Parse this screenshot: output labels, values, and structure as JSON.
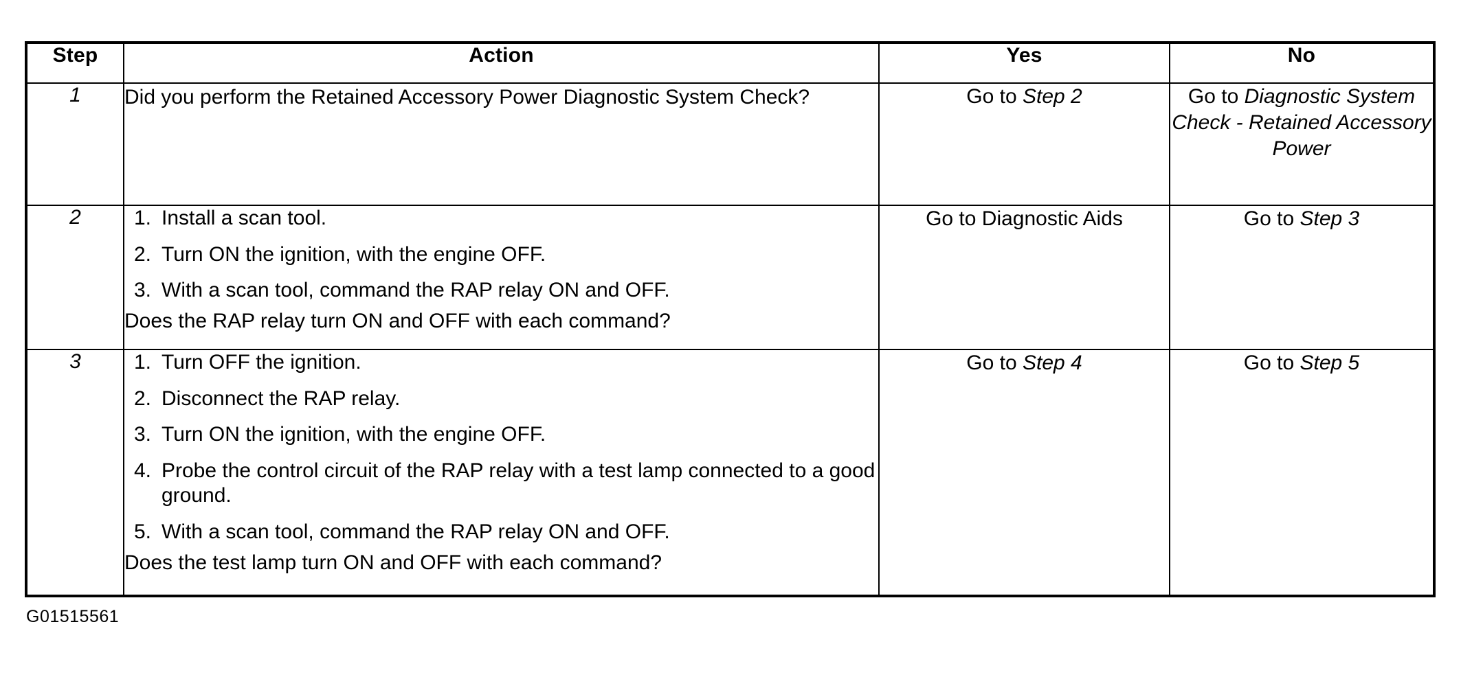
{
  "document": {
    "figure_id": "G01515561"
  },
  "table": {
    "headers": {
      "step": "Step",
      "action": "Action",
      "yes": "Yes",
      "no": "No"
    },
    "rows": [
      {
        "step": "1",
        "action": {
          "lead": "Did you perform the Retained Accessory Power Diagnostic System Check?",
          "items": [],
          "trail": ""
        },
        "yes": {
          "prefix": "Go to ",
          "italic": "Step 2"
        },
        "no": {
          "prefix": "Go to ",
          "italic": "Diagnostic System Check - Retained Accessory Power"
        }
      },
      {
        "step": "2",
        "action": {
          "lead": "",
          "items": [
            {
              "num": "1.",
              "text": "Install a scan tool."
            },
            {
              "num": "2.",
              "text": "Turn ON the ignition, with the engine OFF."
            },
            {
              "num": "3.",
              "text": "With a scan tool, command the RAP relay ON and OFF."
            }
          ],
          "trail": "Does the RAP relay turn ON and OFF with each command?"
        },
        "yes": {
          "prefix": "Go to Diagnostic Aids",
          "italic": ""
        },
        "no": {
          "prefix": "Go to ",
          "italic": "Step 3"
        }
      },
      {
        "step": "3",
        "action": {
          "lead": "",
          "items": [
            {
              "num": "1.",
              "text": "Turn OFF the ignition."
            },
            {
              "num": "2.",
              "text": "Disconnect the RAP relay."
            },
            {
              "num": "3.",
              "text": "Turn ON the ignition, with the engine OFF."
            },
            {
              "num": "4.",
              "text": "Probe the control circuit of the RAP relay with a test lamp connected to a good ground."
            },
            {
              "num": "5.",
              "text": "With a scan tool, command the RAP relay ON and OFF."
            }
          ],
          "trail": "Does the test lamp turn ON and OFF with each command?"
        },
        "yes": {
          "prefix": "Go to ",
          "italic": "Step 4"
        },
        "no": {
          "prefix": "Go to ",
          "italic": "Step 5"
        }
      }
    ]
  },
  "colors": {
    "ink": "#000000",
    "paper": "#ffffff"
  }
}
